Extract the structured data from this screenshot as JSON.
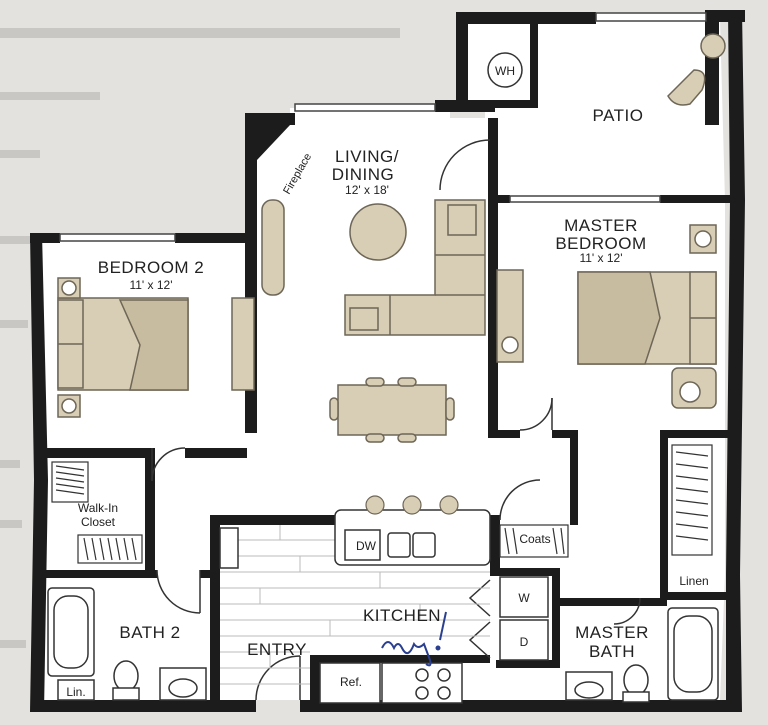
{
  "plan": {
    "rooms": {
      "bedroom2": {
        "name": "BEDROOM 2",
        "size": "11' x 12'"
      },
      "living": {
        "name_line1": "LIVING/",
        "name_line2": "DINING",
        "size": "12' x 18'"
      },
      "master_bedroom": {
        "name_line1": "MASTER",
        "name_line2": "BEDROOM",
        "size": "11' x 12'"
      },
      "patio": {
        "name": "PATIO"
      },
      "kitchen": {
        "name": "KITCHEN"
      },
      "bath2": {
        "name": "BATH 2"
      },
      "master_bath": {
        "name_line1": "MASTER",
        "name_line2": "BATH"
      },
      "entry": {
        "name": "ENTRY"
      }
    },
    "fixtures": {
      "water_heater": "WH",
      "fireplace": "Fireplace",
      "walk_in_closet_line1": "Walk-In",
      "walk_in_closet_line2": "Closet",
      "dishwasher": "DW",
      "coats": "Coats",
      "linen": "Linen",
      "washer": "W",
      "dryer": "D",
      "linen_closet_short": "Lin.",
      "refrigerator": "Ref."
    },
    "colors": {
      "wall": "#1c1c1c",
      "furniture": "#d8cdb5",
      "furniture_stroke": "#6e6656",
      "floor": "#ffffff",
      "paper": "#e4e2df",
      "annotation": "#2a3f8f"
    }
  }
}
